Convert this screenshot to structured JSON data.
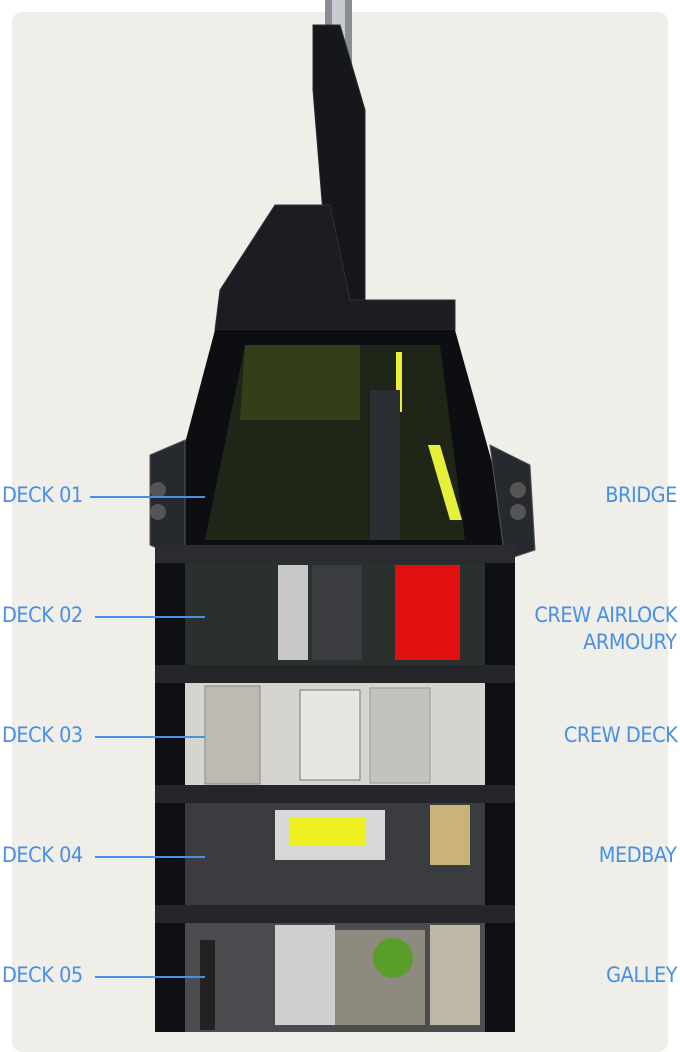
{
  "decks": [
    {
      "id": "DECK 01",
      "room": "BRIDGE"
    },
    {
      "id": "DECK 02",
      "room": "CREW AIRLOCK",
      "room2": "ARMOURY"
    },
    {
      "id": "DECK 03",
      "room": "CREW DECK"
    },
    {
      "id": "DECK 04",
      "room": "MEDBAY"
    },
    {
      "id": "DECK 05",
      "room": "GALLEY"
    }
  ],
  "colors": {
    "label": "#4a90e2",
    "panel": "#efeee9",
    "hull": "#111317",
    "bridge_light": "#b8e04a",
    "armoury_red": "#e01010",
    "medbay_yellow": "#f0f020"
  }
}
